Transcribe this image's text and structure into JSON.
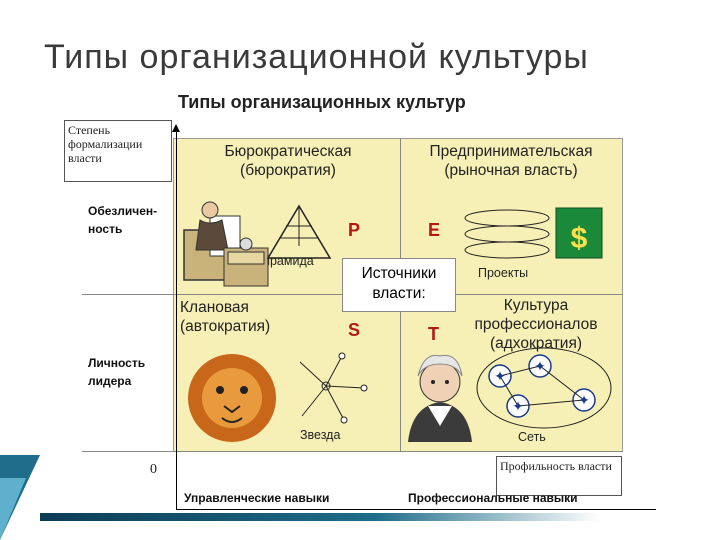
{
  "slide_title": "Типы организационной культуры",
  "diagram_title": "Типы организационных культур",
  "y_axis_label": "Степень формализации власти",
  "x_axis_label": "Профильность власти",
  "origin_label": "0",
  "rows": {
    "top": "Обезличен-ность",
    "bottom": "Личность лидера"
  },
  "columns": {
    "left": "Управленческие навыки",
    "right": "Профессиональные навыки"
  },
  "quadrants": {
    "top_left": {
      "title": "Бюрократическая (бюрократия)",
      "letter": "P",
      "caption": "Пирамида"
    },
    "top_right": {
      "title": "Предпринимательская (рыночная власть)",
      "letter": "E",
      "caption": "Проекты"
    },
    "bottom_left": {
      "title": "Клановая (автократия)",
      "letter": "S",
      "caption": "Звезда"
    },
    "bottom_right": {
      "title": "Культура профессионалов (адхократия)",
      "letter": "T",
      "caption": "Сеть"
    }
  },
  "center_label": "Источники власти:",
  "colors": {
    "quadrant_bg": "#f7f0b6",
    "letter": "#b31818",
    "accent": "#1f6d8a"
  },
  "icons": [
    "bureaucrat-illustration",
    "pyramid-icon",
    "money-bag-icon",
    "lion-illustration",
    "star-network-icon",
    "washington-portrait",
    "net-network-icon"
  ]
}
